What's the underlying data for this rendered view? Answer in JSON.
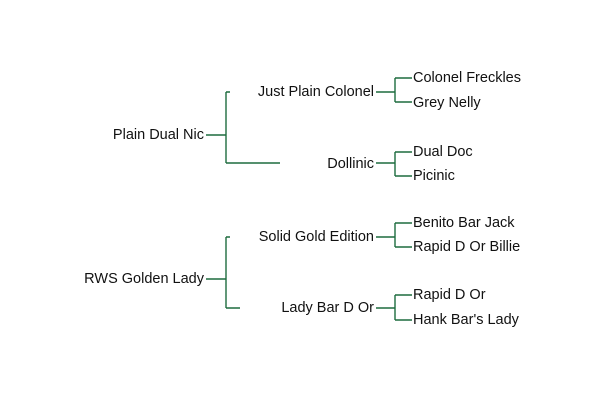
{
  "pedigree": {
    "sire_side": {
      "subject": "Plain Dual Nic",
      "upper_parent": "Just Plain Colonel",
      "upper_grandparents": [
        "Colonel Freckles",
        "Grey Nelly"
      ],
      "lower_parent": "Dollinic",
      "lower_grandparents": [
        "Dual Doc",
        "Picinic"
      ]
    },
    "dam_side": {
      "subject": "RWS Golden Lady",
      "upper_parent": "Solid Gold Edition",
      "upper_grandparents": [
        "Benito Bar Jack",
        "Rapid D Or Billie"
      ],
      "lower_parent": "Lady Bar D Or",
      "lower_grandparents": [
        "Rapid D Or",
        "Hank Bar's Lady"
      ]
    }
  },
  "colors": {
    "line": "#1d6b3e",
    "text": "#111111",
    "background": "#ffffff"
  }
}
